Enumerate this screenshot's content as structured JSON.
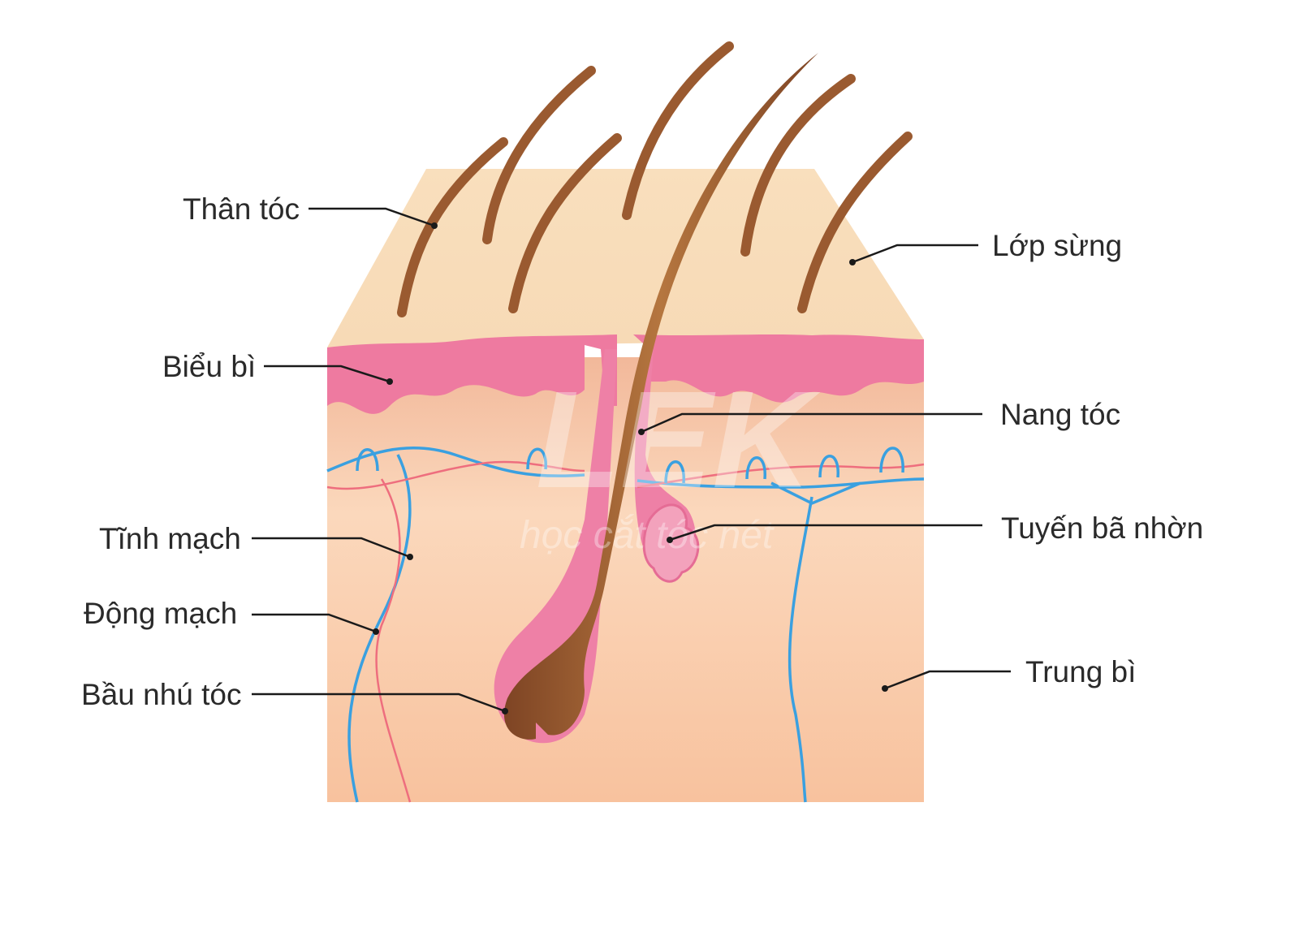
{
  "labels": {
    "than_toc": "Thân tóc",
    "lop_sung": "Lớp sừng",
    "bieu_bi": "Biểu bì",
    "nang_toc": "Nang tóc",
    "tinh_mach": "Tĩnh mạch",
    "tuyen_ba_nhon": "Tuyến bã nhờn",
    "dong_mach": "Động mạch",
    "bau_nhu_toc": "Bầu nhú tóc",
    "trung_bi": "Trung bì"
  },
  "watermark": {
    "logo": "LEK",
    "tagline": "học cắt tóc nét"
  },
  "colors": {
    "stratum_corneum": "#f8dcb8",
    "epidermis": "#ef7fa2",
    "dermis": "#f9c9a4",
    "hair": "#9a5a30",
    "vein": "#3aa0e0",
    "artery": "#ee6e7e"
  }
}
